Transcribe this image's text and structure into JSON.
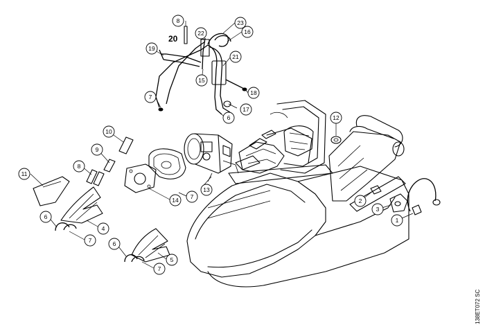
{
  "callouts": [
    {
      "id": "c1",
      "label": "1"
    },
    {
      "id": "c2",
      "label": "2"
    },
    {
      "id": "c3",
      "label": "3"
    },
    {
      "id": "c4",
      "label": "4"
    },
    {
      "id": "c5",
      "label": "5"
    },
    {
      "id": "c6a",
      "label": "6"
    },
    {
      "id": "c6b",
      "label": "6"
    },
    {
      "id": "c6c",
      "label": "6"
    },
    {
      "id": "c7a",
      "label": "7"
    },
    {
      "id": "c7b",
      "label": "7"
    },
    {
      "id": "c7c",
      "label": "7"
    },
    {
      "id": "c7d",
      "label": "7"
    },
    {
      "id": "c8a",
      "label": "8"
    },
    {
      "id": "c8b",
      "label": "8"
    },
    {
      "id": "c9",
      "label": "9"
    },
    {
      "id": "c10",
      "label": "10"
    },
    {
      "id": "c11",
      "label": "11"
    },
    {
      "id": "c12",
      "label": "12"
    },
    {
      "id": "c13",
      "label": "13"
    },
    {
      "id": "c14",
      "label": "14"
    },
    {
      "id": "c15",
      "label": "15"
    },
    {
      "id": "c16",
      "label": "16"
    },
    {
      "id": "c17",
      "label": "17"
    },
    {
      "id": "c18",
      "label": "18"
    },
    {
      "id": "c19",
      "label": "19"
    },
    {
      "id": "c21",
      "label": "21"
    },
    {
      "id": "c22",
      "label": "22"
    },
    {
      "id": "c23",
      "label": "23"
    }
  ],
  "assembly_label": "20",
  "doc_code": "138ET072 SC"
}
